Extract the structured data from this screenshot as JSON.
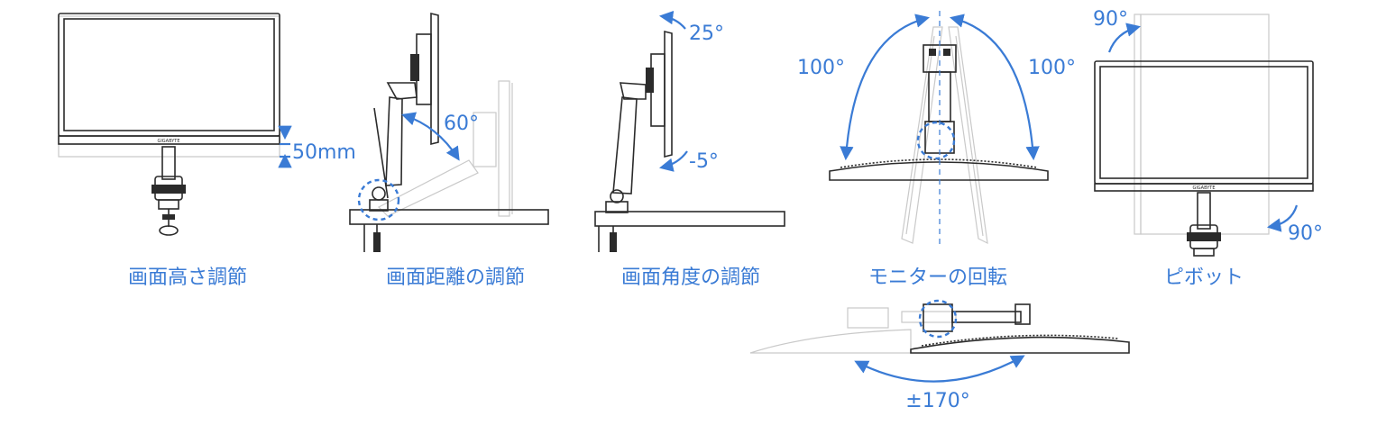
{
  "brand": {
    "logo_text": "GIGABYTE",
    "accent_color": "#3a7bd5",
    "line_color": "#2b2b2b",
    "ghost_color": "#c9c9c9"
  },
  "panels": [
    {
      "id": "height",
      "caption": "画面高さ調節",
      "angles": [
        "50mm"
      ]
    },
    {
      "id": "distance",
      "caption": "画面距離の調節",
      "angles": [
        "60°"
      ]
    },
    {
      "id": "tilt",
      "caption": "画面角度の調節",
      "angles": [
        "25°",
        "-5°"
      ]
    },
    {
      "id": "swivel",
      "caption": "モニターの回転",
      "angles": [
        "100°",
        "100°"
      ]
    },
    {
      "id": "pivot",
      "caption": "ピボット",
      "angles": [
        "90°",
        "90°"
      ]
    },
    {
      "id": "rotate",
      "caption": "",
      "angles": [
        "±170°"
      ]
    }
  ]
}
